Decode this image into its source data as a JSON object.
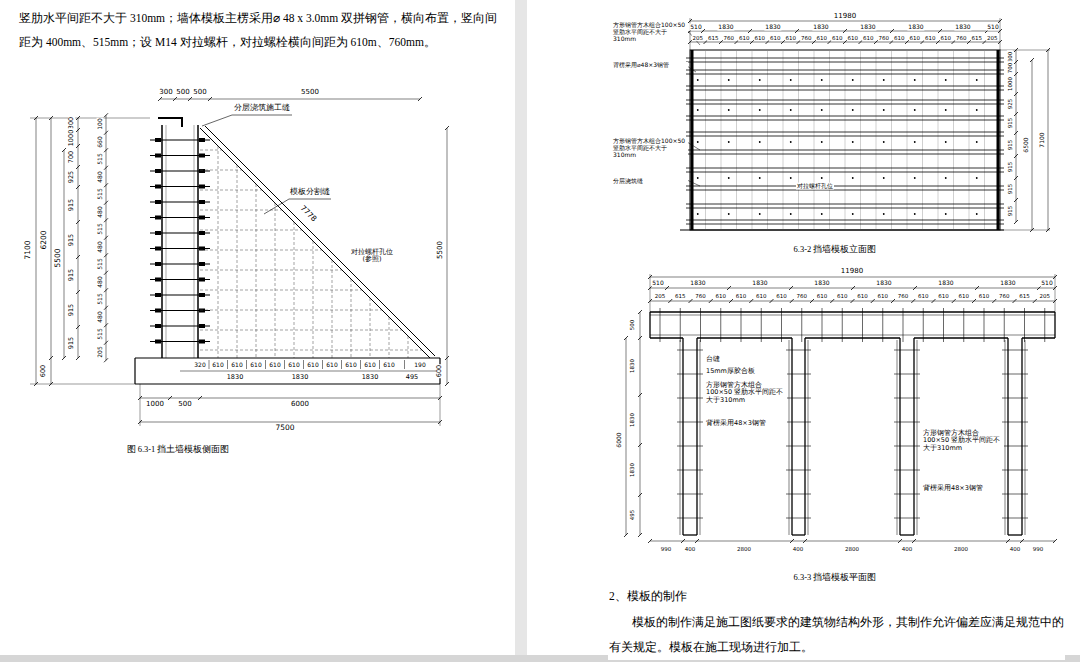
{
  "diagram": {
    "labels": [
      "竖肋水平间距不大于 310mm；墙体模板主楞采用⌀ 48 x 3.0mm 双拼钢管，横向布置，竖向间距为 400mm、515mm；设 M14 对拉螺杆，对拉螺栓横向间距为 610m、760mm。",
      "300",
      "500",
      "500",
      "5500",
      "7100",
      "6200",
      "5500",
      "600",
      "300",
      "1000",
      "700",
      "925",
      "915",
      "915",
      "915",
      "915",
      "915",
      "100",
      "660",
      "515",
      "480",
      "515",
      "480",
      "515",
      "480",
      "515",
      "480",
      "515",
      "480",
      "515",
      "205",
      "320",
      "610",
      "610",
      "610",
      "610",
      "610",
      "610",
      "610",
      "610",
      "610",
      "610",
      "190",
      "1830",
      "1830",
      "1830",
      "495",
      "5500",
      "600",
      "1000",
      "500",
      "6000",
      "7500",
      "分层浇筑施工缝",
      "模板分割缝",
      "7778",
      "对拉螺杆孔位 (参照)",
      "图 6.3-1 挡土墙模板侧面图",
      "11980",
      "510",
      "1830",
      "1830",
      "1830",
      "1830",
      "1830",
      "1830",
      "510",
      "205",
      "615",
      "760",
      "610",
      "610",
      "610",
      "610",
      "760",
      "610",
      "610",
      "610",
      "610",
      "760",
      "610",
      "610",
      "610",
      "610",
      "760",
      "615",
      "205",
      "方形钢管方木组合100×50 竖肋水平间距不大于 310mm",
      "背楞采用⌀48×3钢管",
      "方形钢管方木组合100×50 竖肋水平间距不大于 310mm",
      "分层浇筑缝",
      "对拉螺杆孔位",
      "300",
      "700",
      "1000",
      "925",
      "915",
      "915",
      "915",
      "915",
      "915",
      "6500",
      "7100",
      "6.3-2 挡墙模板立面图",
      "11980",
      "510",
      "1830",
      "1830",
      "1830",
      "1830",
      "1830",
      "1830",
      "510",
      "205",
      "615",
      "760",
      "610",
      "610",
      "610",
      "610",
      "760",
      "610",
      "610",
      "610",
      "610",
      "760",
      "610",
      "610",
      "610",
      "610",
      "760",
      "615",
      "205",
      "台缝",
      "15mm厚胶合板",
      "方形钢管方木组合100×50 竖肋水平间距不大于310mm",
      "背楞采用48×3钢管",
      "方形钢管方木组合100×50 竖肋水平间距不大于310mm",
      "背楞采用48×3钢管",
      "500",
      "6000",
      "1830",
      "1830",
      "1830",
      "495",
      "990",
      "400",
      "2800",
      "400",
      "2800",
      "400",
      "2800",
      "400",
      "990",
      "6.3-3 挡墙模板平面图",
      "2、模板的制作",
      "模板的制作满足施工图纸要求的建筑物结构外形，其制作允许偏差应满足规范中的有关规定。模板在施工现场进行加工。"
    ]
  }
}
